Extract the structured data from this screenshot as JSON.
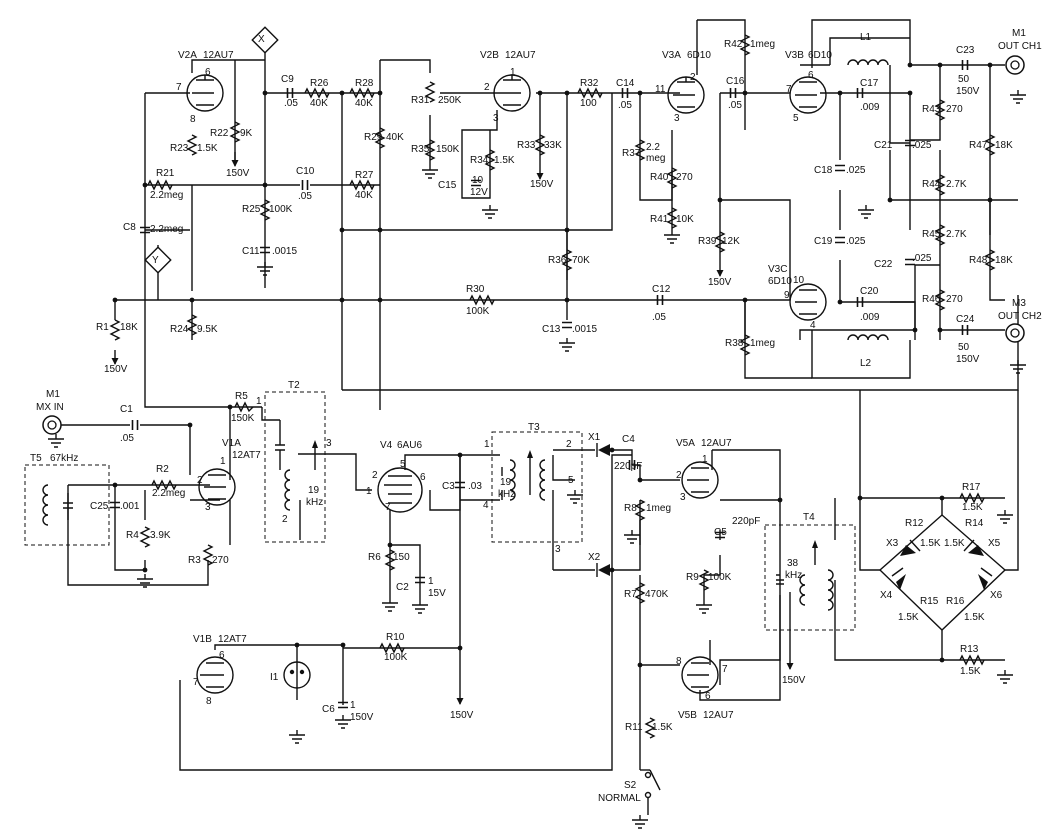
{
  "diagram": {
    "terminals": {
      "x": "X",
      "y": "Y"
    },
    "connectors": {
      "m1_in": [
        "M1",
        "MX IN"
      ],
      "m1_out": [
        "M1",
        "OUT CH1"
      ],
      "m3_out": [
        "M3",
        "OUT CH2"
      ]
    },
    "tubes": {
      "v1a": [
        "V1A",
        "12AT7"
      ],
      "v1b": [
        "V1B",
        "12AT7"
      ],
      "v2a": [
        "V2A",
        "12AU7"
      ],
      "v2b": [
        "V2B",
        "12AU7"
      ],
      "v3a": [
        "V3A",
        "6D10"
      ],
      "v3b": [
        "V3B",
        "6D10"
      ],
      "v3c": [
        "V3C",
        "6D10"
      ],
      "v4": [
        "V4",
        "6AU6"
      ],
      "v5a": [
        "V5A",
        "12AU7"
      ],
      "v5b": [
        "V5B",
        "12AU7"
      ]
    },
    "pins": {
      "v2a": [
        "6",
        "7",
        "8"
      ],
      "v2b": [
        "1",
        "2",
        "3"
      ],
      "v3a": [
        "11",
        "2",
        "3"
      ],
      "v3b": [
        "6",
        "7",
        "5"
      ],
      "v3c": [
        "10",
        "9",
        "4"
      ],
      "v1a": [
        "1",
        "2",
        "3"
      ],
      "v1b": [
        "6",
        "7",
        "8"
      ],
      "v4": [
        "5",
        "2",
        "1",
        "6",
        "7"
      ],
      "v5a": [
        "1",
        "2",
        "3"
      ],
      "v5b": [
        "8",
        "7",
        "6"
      ]
    },
    "resistors": {
      "r1": [
        "R1",
        "18K"
      ],
      "r2": [
        "R2",
        "2.2meg"
      ],
      "r3": [
        "R3",
        "270"
      ],
      "r4": [
        "R4",
        "3.9K"
      ],
      "r5": [
        "R5",
        "150K"
      ],
      "r6": [
        "R6",
        "150"
      ],
      "r7": [
        "R7",
        "470K"
      ],
      "r8": [
        "R8",
        "1meg"
      ],
      "r9": [
        "R9",
        "100K"
      ],
      "r10": [
        "R10",
        "100K"
      ],
      "r11": [
        "R11",
        "1.5K"
      ],
      "r12": [
        "R12",
        "1.5K"
      ],
      "r13": [
        "R13",
        "1.5K"
      ],
      "r14": [
        "R14",
        "1.5K"
      ],
      "r15": [
        "R15",
        "1.5K"
      ],
      "r16": [
        "R16",
        "1.5K"
      ],
      "r17": [
        "R17",
        "1.5K"
      ],
      "r21": [
        "R21",
        "2.2meg"
      ],
      "r22": [
        "R22",
        "9K"
      ],
      "r23": [
        "R23",
        "1.5K"
      ],
      "r24": [
        "R24",
        "9.5K"
      ],
      "r25": [
        "R25",
        "100K"
      ],
      "r26": [
        "R26",
        "40K"
      ],
      "r27": [
        "R27",
        "40K"
      ],
      "r28": [
        "R28",
        "40K"
      ],
      "r29": [
        "R29",
        "40K"
      ],
      "r30": [
        "R30",
        "100K"
      ],
      "r31": [
        "R31",
        "250K"
      ],
      "r32": [
        "R32",
        "100"
      ],
      "r33": [
        "R33",
        "33K"
      ],
      "r34": [
        "R34",
        "1.5K"
      ],
      "r35": [
        "R35",
        "150K"
      ],
      "r36": [
        "R36",
        "70K"
      ],
      "r37": [
        "R37",
        "2.2",
        "meg"
      ],
      "r38": [
        "R38",
        "1meg"
      ],
      "r39": [
        "R39",
        "12K"
      ],
      "r40": [
        "R40",
        "270"
      ],
      "r41": [
        "R41",
        "10K"
      ],
      "r42": [
        "R42",
        "1meg"
      ],
      "r43": [
        "R43",
        "270"
      ],
      "r44": [
        "R44",
        "2.7K"
      ],
      "r45": [
        "R45",
        "2.7K"
      ],
      "r46": [
        "R46",
        "270"
      ],
      "r47": [
        "R47",
        "18K"
      ],
      "r48": [
        "R48",
        "18K"
      ]
    },
    "capacitors": {
      "c1": [
        "C1",
        ".05"
      ],
      "c2": [
        "C2",
        "1",
        "15V"
      ],
      "c3": [
        "C3",
        ".03"
      ],
      "c4": [
        "C4",
        "220pF"
      ],
      "c5": [
        "C5",
        "220pF"
      ],
      "c6": [
        "C6",
        "1",
        "150V"
      ],
      "c8": [
        "C8",
        "2.2meg"
      ],
      "c9": [
        "C9",
        ".05"
      ],
      "c10": [
        "C10",
        ".05"
      ],
      "c11": [
        "C11",
        ".0015"
      ],
      "c12": [
        "C12",
        ".05"
      ],
      "c13": [
        "C13",
        ".0015"
      ],
      "c14": [
        "C14",
        ".05"
      ],
      "c15": [
        "C15",
        "10",
        "12V"
      ],
      "c16": [
        "C16",
        ".05"
      ],
      "c17": [
        "C17",
        ".009"
      ],
      "c18": [
        "C18",
        ".025"
      ],
      "c19": [
        "C19",
        ".025"
      ],
      "c20": [
        "C20",
        ".009"
      ],
      "c21": [
        "C21",
        ".025"
      ],
      "c22": [
        "C22",
        ".025"
      ],
      "c23": [
        "C23",
        "50",
        "150V"
      ],
      "c24": [
        "C24",
        "50",
        "150V"
      ],
      "c25": [
        "C25",
        ".001"
      ]
    },
    "transformers": {
      "t2": {
        "name": "T2",
        "freq": [
          "19",
          "kHz"
        ],
        "pins": [
          "1",
          "2",
          "3"
        ]
      },
      "t3": {
        "name": "T3",
        "freq": [
          "19",
          "kHz"
        ],
        "pins": [
          "1",
          "2",
          "3",
          "4",
          "5"
        ]
      },
      "t4": {
        "name": "T4",
        "freq": [
          "38",
          "kHz"
        ]
      },
      "t5": {
        "name": "T5",
        "freq": "67kHz"
      }
    },
    "diodes": [
      "X1",
      "X2",
      "X3",
      "X4",
      "X5",
      "X6"
    ],
    "inductors": [
      "L1",
      "L2"
    ],
    "other": {
      "lamp": "I1",
      "switch": [
        "S2",
        "NORMAL"
      ]
    },
    "supply": "150V"
  }
}
